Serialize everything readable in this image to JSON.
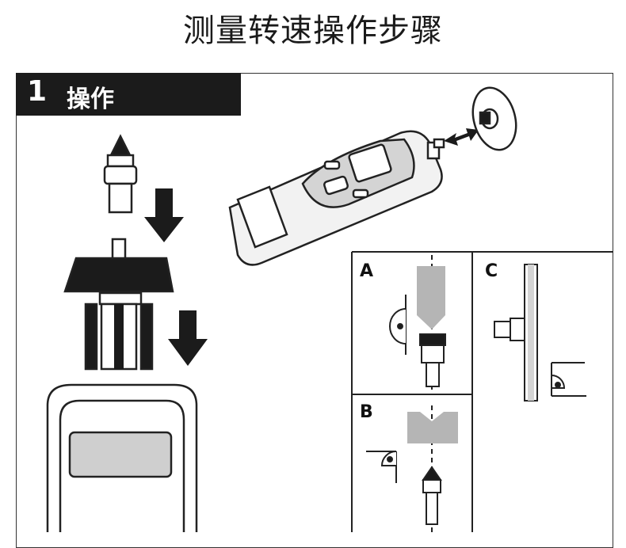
{
  "title": "测量转速操作步骤",
  "step": {
    "number": "1",
    "label": "操作"
  },
  "panels": {
    "a": "A",
    "b": "B",
    "c": "C"
  },
  "colors": {
    "dark": "#1b1b1b",
    "gray": "#b5b5b5",
    "light": "#ededed"
  }
}
